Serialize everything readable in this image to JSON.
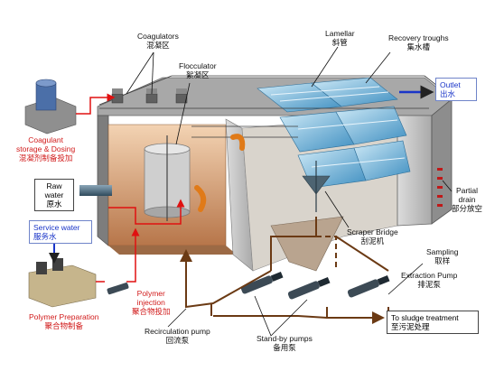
{
  "labels": {
    "coagulators": [
      "Coagulators",
      "混凝区"
    ],
    "flocculator": [
      "Flocculator",
      "絮凝区"
    ],
    "lamellar": [
      "Lamellar",
      "斜管"
    ],
    "recovery_troughs": [
      "Recovery troughs",
      "集水槽"
    ],
    "outlet": [
      "Outlet",
      "出水"
    ],
    "coagulant_storage": [
      "Coagulant",
      "storage & Dosing",
      "混凝剂制备投加"
    ],
    "raw_water": [
      "Raw",
      "water",
      "原水"
    ],
    "service_water": [
      "Service water",
      "服务水"
    ],
    "polymer_preparation": [
      "Polymer Preparation",
      "聚合物制备"
    ],
    "polymer_injection": [
      "Polymer",
      "injection",
      "聚合物投加"
    ],
    "partial_drain": [
      "Partial",
      "drain",
      "部分放空"
    ],
    "scraper_bridge": [
      "Scraper Bridge",
      "刮泥机"
    ],
    "sampling": [
      "Sampling",
      "取样"
    ],
    "extraction_pump": [
      "Extraction Pump",
      "排泥泵"
    ],
    "to_sludge_treatment": [
      "To sludge treatment",
      "至污泥处理"
    ],
    "recirculation_pump": [
      "Recirculation pump",
      "回流泵"
    ],
    "standby_pumps": [
      "Stand-by pumps",
      "备用泵"
    ]
  },
  "colors": {
    "red_line": "#e01010",
    "sludge_line": "#6b3a14",
    "blue_text": "#1a35c8",
    "tank_wall": "#c9c9c9",
    "tank_inner": "#e2b48e"
  }
}
